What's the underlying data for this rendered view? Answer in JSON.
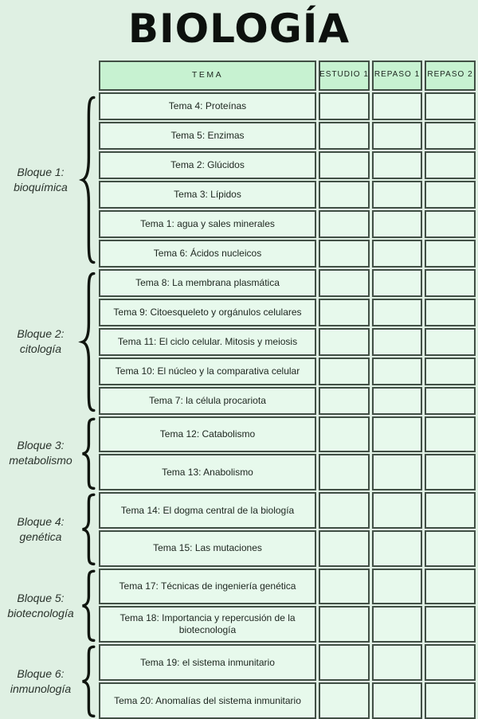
{
  "title": "BIOLOGÍA",
  "colors": {
    "page_bg": "#dff0e3",
    "header_cell_bg": "#c7f2d1",
    "cell_bg": "#e7f9ec",
    "border": "#414f45",
    "text": "#1d261f",
    "brace_ink": "#10150f"
  },
  "table": {
    "headers": [
      "TEMA",
      "ESTUDIO 1",
      "REPASO 1",
      "REPASO 2"
    ]
  },
  "check_columns": [
    "estudio-1",
    "repaso-1",
    "repaso-2"
  ],
  "groups": [
    {
      "label": [
        "Bloque 1:",
        "bioquímica"
      ],
      "topics": [
        "Tema 4: Proteínas",
        "Tema 5: Enzimas",
        "Tema 2: Glúcidos",
        "Tema 3: Lípidos",
        "Tema 1: agua y sales minerales",
        "Tema 6: Ácidos nucleicos"
      ]
    },
    {
      "label": [
        "Bloque 2:",
        "citología"
      ],
      "topics": [
        "Tema 8: La membrana plasmática",
        "Tema 9: Citoesqueleto y orgánulos celulares",
        "Tema 11: El ciclo celular. Mitosis y meiosis",
        "Tema 10: El núcleo y la comparativa celular",
        "Tema 7: la célula procariota"
      ]
    },
    {
      "label": [
        "Bloque 3:",
        "metabolismo"
      ],
      "topics": [
        "Tema 12: Catabolismo",
        "Tema 13: Anabolismo"
      ]
    },
    {
      "label": [
        "Bloque 4:",
        "genética"
      ],
      "topics": [
        "Tema 14: El dogma central de la biología",
        "Tema 15: Las mutaciones"
      ]
    },
    {
      "label": [
        "Bloque 5:",
        "biotecnología"
      ],
      "topics": [
        "Tema 17: Técnicas de ingeniería genética",
        "Tema 18: Importancia y repercusión de la biotecnología"
      ]
    },
    {
      "label": [
        "Bloque 6:",
        "inmunología"
      ],
      "topics": [
        "Tema 19: el sistema inmunitario",
        "Tema 20: Anomalías del sistema inmunitario"
      ]
    }
  ]
}
